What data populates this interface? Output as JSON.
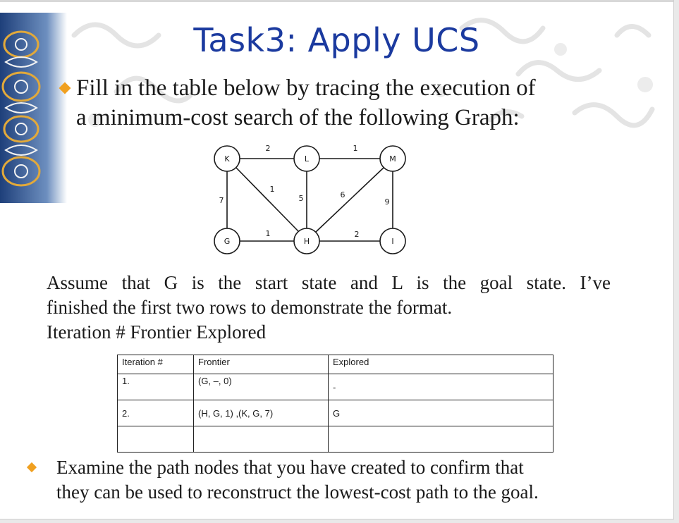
{
  "slide": {
    "title": "Task3: Apply UCS",
    "intro_line1": "Fill in the table below by tracing the execution of",
    "intro_line2": "a minimum-cost search of the following Graph:",
    "assume_line1": "Assume that G is the start state and L is the goal state. I’ve",
    "assume_line2": "finished the first two rows to demonstrate the format.",
    "assume_line3": "Iteration # Frontier Explored",
    "examine_line1": "Examine the path nodes that you have created to confirm that",
    "examine_line2": "they can be used to reconstruct the lowest-cost path to the goal.",
    "accent_color": "#1b3a9f",
    "bullet_color": "#f0a020"
  },
  "graph": {
    "nodes": [
      "K",
      "L",
      "M",
      "G",
      "H",
      "I"
    ],
    "edges": [
      {
        "from": "K",
        "to": "L",
        "cost": "2"
      },
      {
        "from": "L",
        "to": "M",
        "cost": "1"
      },
      {
        "from": "K",
        "to": "G",
        "cost": "7"
      },
      {
        "from": "K",
        "to": "H",
        "cost": "1"
      },
      {
        "from": "L",
        "to": "H",
        "cost": "5"
      },
      {
        "from": "M",
        "to": "H",
        "cost": "6"
      },
      {
        "from": "M",
        "to": "I",
        "cost": "9"
      },
      {
        "from": "G",
        "to": "H",
        "cost": "1"
      },
      {
        "from": "H",
        "to": "I",
        "cost": "2"
      }
    ]
  },
  "table": {
    "headers": [
      "Iteration #",
      "Frontier",
      "Explored"
    ],
    "rows": [
      [
        "1.",
        "(G, –, 0)",
        "-"
      ],
      [
        "",
        "",
        ""
      ],
      [
        "2.",
        "(H, G, 1) ,(K, G, 7)",
        "G"
      ],
      [
        "",
        "",
        ""
      ]
    ]
  }
}
